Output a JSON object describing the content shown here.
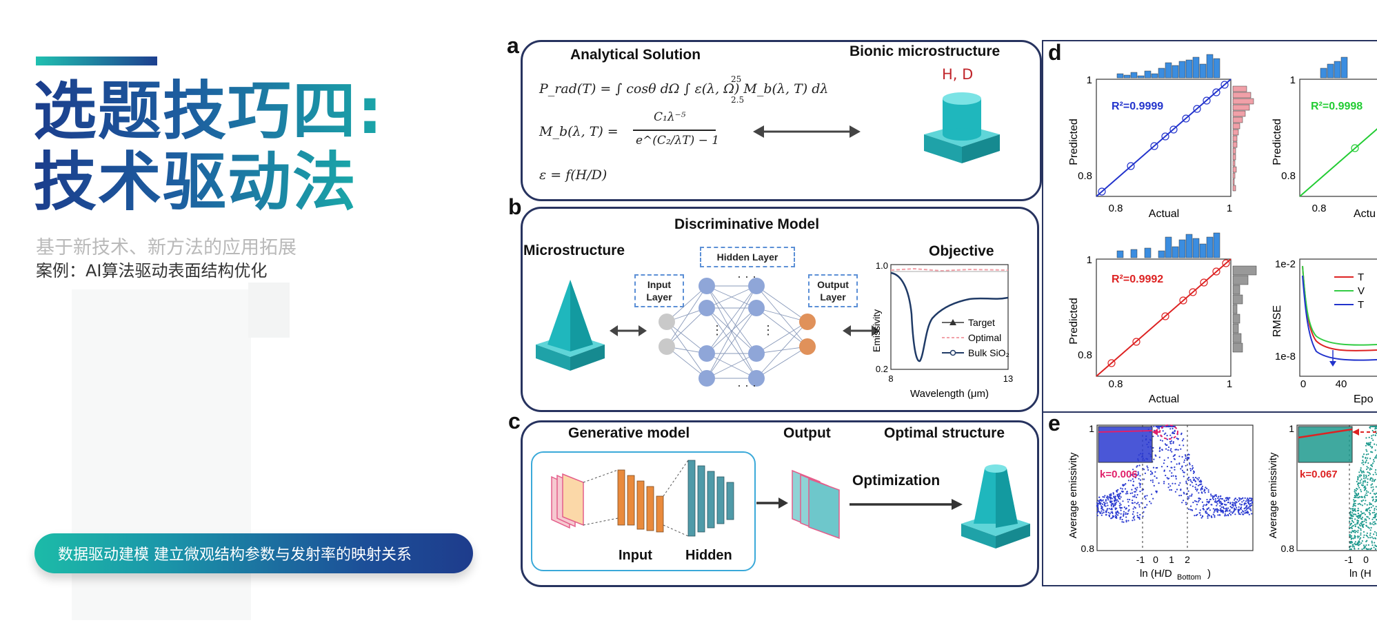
{
  "slide": {
    "title_line1": "选题技巧四:",
    "title_line2": "技术驱动法",
    "subtitle": "基于新技术、新方法的应用拓展",
    "case_label": "案例：AI算法驱动表面结构优化",
    "banner": "数据驱动建模 建立微观结构参数与发射率的映射关系",
    "colors": {
      "title_dark": "#1b3d8c",
      "title_teal": "#1aa7a8",
      "frame": "#27335f"
    }
  },
  "figure": {
    "panel_a": {
      "label": "a",
      "heading_left": "Analytical Solution",
      "heading_right": "Bionic microstructure",
      "hd_label": "H, D",
      "eq1": "P_rad(T) = ∫ cosθ dΩ ∫ ε(λ, Ω) M_b(λ, T) dλ",
      "eq1_upper": "25",
      "eq1_lower": "2.5",
      "eq2_lhs": "M_b(λ, T) =",
      "eq2_num": "C₁λ⁻⁵",
      "eq2_den": "e^(C₂/λT) − 1",
      "eq3": "ε = f(H/D)"
    },
    "panel_b": {
      "label": "b",
      "heading": "Discriminative Model",
      "microstructure": "Microstructure",
      "objective": "Objective",
      "hidden_layer": "Hidden Layer",
      "input_layer": "Input Layer",
      "output_layer": "Output Layer",
      "ylabel": "Emissivity",
      "xlabel": "Wavelength (μm)",
      "ytick_top": "1.0",
      "ytick_bottom": "0.2",
      "xtick_left": "8",
      "xtick_right": "13",
      "legend": [
        "Target",
        "Optimal",
        "Bulk SiO₂"
      ]
    },
    "panel_c": {
      "label": "c",
      "generative": "Generative model",
      "output": "Output",
      "optimal_structure": "Optimal structure",
      "optimization": "Optimization",
      "input": "Input",
      "hidden": "Hidden"
    },
    "panel_d": {
      "label": "d",
      "plot1": {
        "r2": "R²=0.9999",
        "ylabel": "Predicted",
        "xlabel": "Actual",
        "ytick_top": "1",
        "ytick_mid": "0.8",
        "xtick_left": "0.8",
        "xtick_right": "1",
        "color": "#2233cc"
      },
      "plot2": {
        "r2": "R²=0.9998",
        "ylabel": "Predicted",
        "xlabel": "Actu",
        "ytick_top": "1",
        "ytick_mid": "0.8",
        "xtick_left": "0.8",
        "color": "#22cc33"
      },
      "plot3": {
        "r2": "R²=0.9992",
        "ylabel": "Predicted",
        "xlabel": "Actual",
        "ytick_top": "1",
        "ytick_mid": "0.8",
        "xtick_left": "0.8",
        "xtick_right": "1",
        "color": "#dd2222"
      },
      "plot4": {
        "ylabel": "RMSE",
        "xlabel": "Epo",
        "ytick_top": "1e-2",
        "ytick_bottom": "1e-8",
        "xtick_0": "0",
        "xtick_40": "40",
        "legend": [
          "T",
          "V",
          "T"
        ]
      }
    },
    "panel_e": {
      "label": "e",
      "plot1": {
        "ylabel": "Average emissivity",
        "xlabel": "ln (H/D",
        "xlabel_sub": "Bottom",
        "k": "k=0.006",
        "ytick_top": "1",
        "ytick_bottom": "0.8",
        "xticks": [
          "-1",
          "0",
          "1",
          "2"
        ]
      },
      "plot2": {
        "ylabel": "Average emissivity",
        "xlabel": "ln (H",
        "k": "k=0.067",
        "ytick_top": "1",
        "ytick_bottom": "0.8",
        "xticks": [
          "-1",
          "0"
        ]
      }
    }
  }
}
